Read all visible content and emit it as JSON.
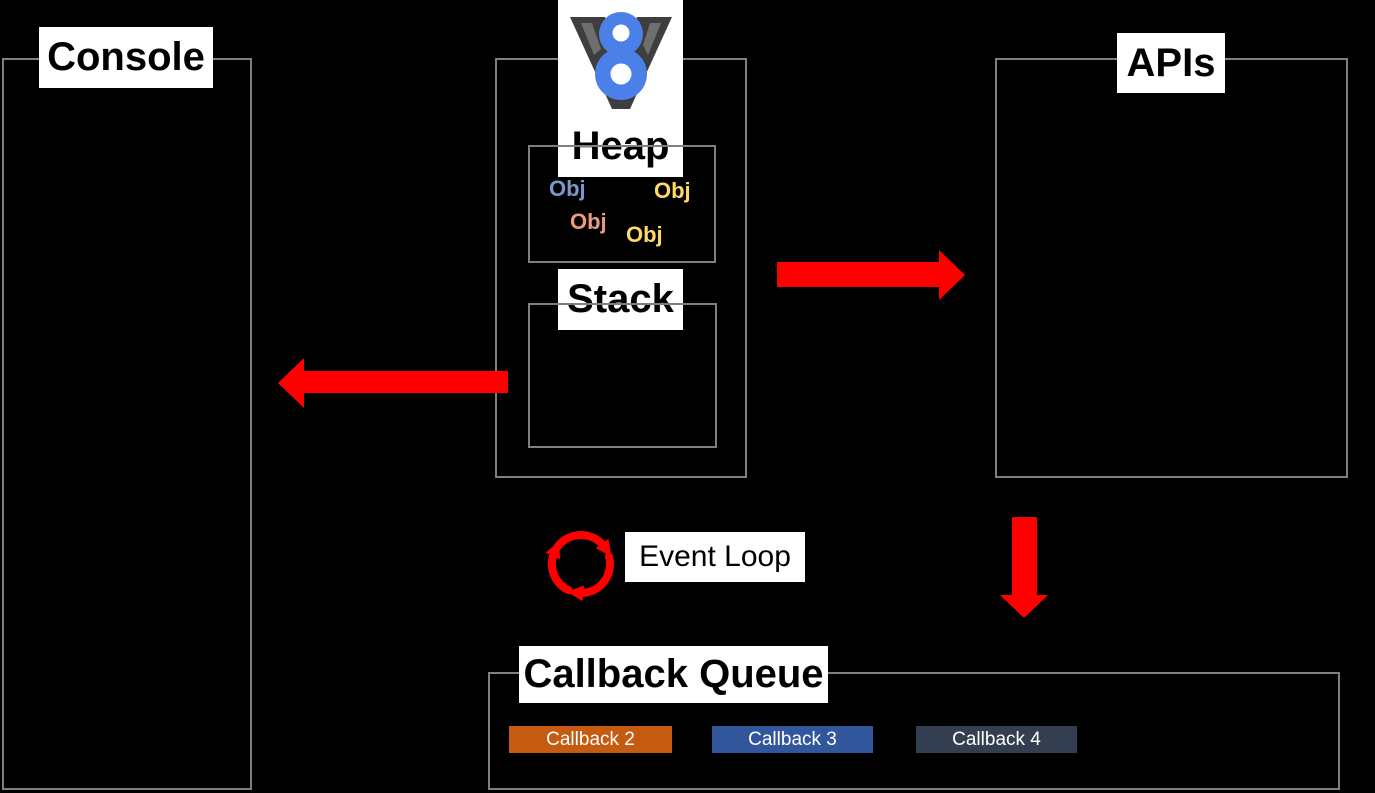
{
  "colors": {
    "background": "#000000",
    "box_border": "#7F7F7F",
    "arrow_red": "#FF0000",
    "label_bg": "#FFFFFF",
    "label_text": "#000000"
  },
  "console": {
    "title": "Console"
  },
  "v8_engine": {
    "logo": {
      "name": "v8-logo",
      "v_color": "#3E3E3E",
      "v_highlight": "#6E6E6E",
      "eight_color": "#4A80E8"
    },
    "heap": {
      "title": "Heap",
      "objects": [
        {
          "label": "Obj",
          "color": "#7D96CB"
        },
        {
          "label": "Obj",
          "color": "#FFD966"
        },
        {
          "label": "Obj",
          "color": "#EC9B7D"
        },
        {
          "label": "Obj",
          "color": "#FFD966"
        }
      ]
    },
    "stack": {
      "title": "Stack"
    }
  },
  "apis": {
    "title": "APIs"
  },
  "event_loop": {
    "title": "Event Loop",
    "icon": "circular-arrows"
  },
  "callback_queue": {
    "title": "Callback Queue",
    "items": [
      {
        "label": "Callback 2",
        "color": "#C55A11"
      },
      {
        "label": "Callback 3",
        "color": "#31569B"
      },
      {
        "label": "Callback 4",
        "color": "#333F50"
      }
    ]
  }
}
